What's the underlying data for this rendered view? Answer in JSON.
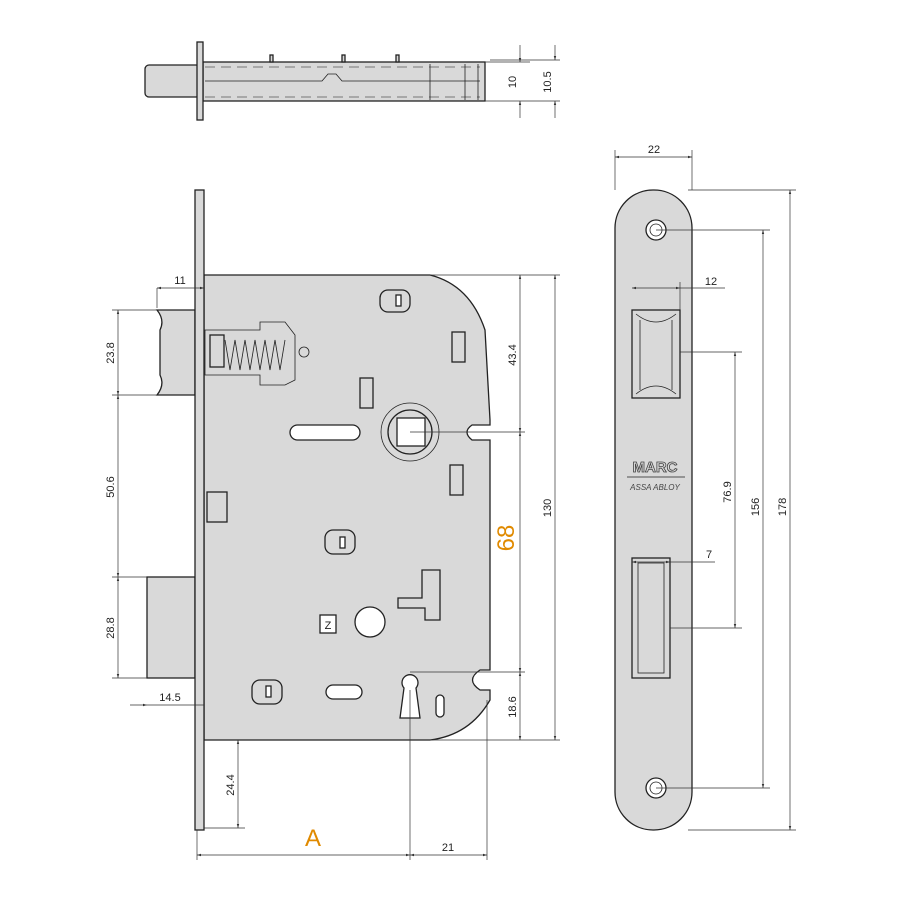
{
  "top_view": {
    "dim_10": "10",
    "dim_10_5": "10.5"
  },
  "side_view": {
    "dim_11": "11",
    "dim_23_8": "23.8",
    "dim_50_6": "50.6",
    "dim_28_8": "28.8",
    "dim_14_5": "14.5",
    "dim_24_4": "24.4",
    "dim_A": "A",
    "dim_21": "21",
    "dim_43_4": "43.4",
    "dim_68": "68",
    "dim_130": "130",
    "dim_18_6": "18.6",
    "z_mark": "Z"
  },
  "faceplate": {
    "brand": "MARC",
    "sub_brand": "ASSA ABLOY",
    "dim_22": "22",
    "dim_12": "12",
    "dim_7": "7",
    "dim_76_9": "76.9",
    "dim_156": "156",
    "dim_178": "178"
  },
  "colors": {
    "highlight": "#e08a00",
    "part": "#d9d9d9"
  }
}
